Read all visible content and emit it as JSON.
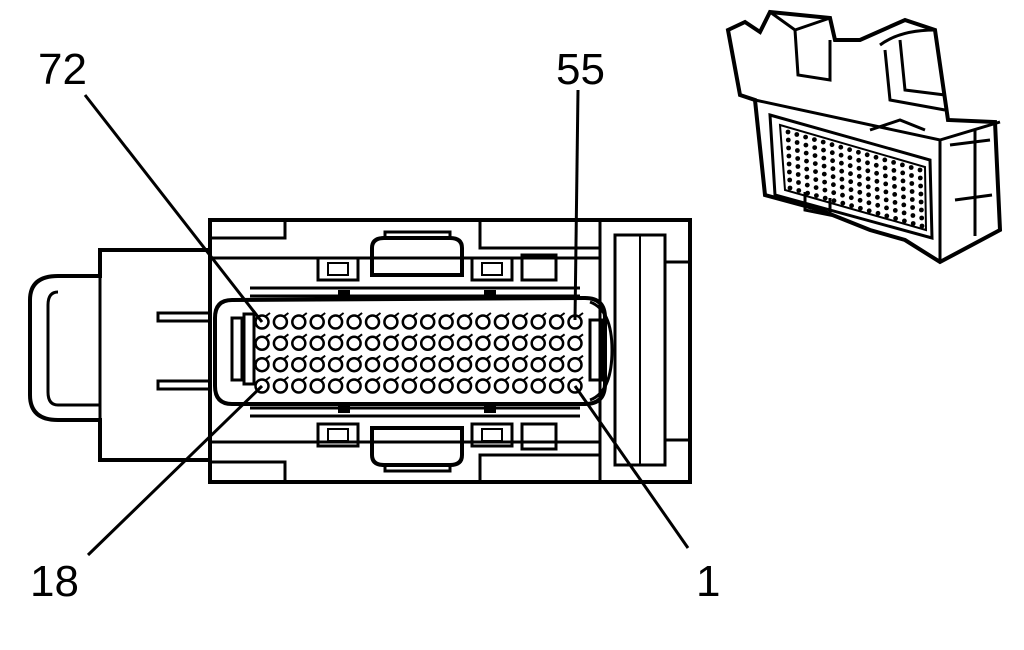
{
  "diagram": {
    "pin_labels": {
      "top_left": "72",
      "top_right": "55",
      "bottom_left": "18",
      "bottom_right": "1"
    },
    "connector": {
      "rows": 4,
      "pins_per_row": 18,
      "total_pins": 72
    },
    "colors": {
      "ink": "#000000",
      "background": "#ffffff"
    }
  }
}
